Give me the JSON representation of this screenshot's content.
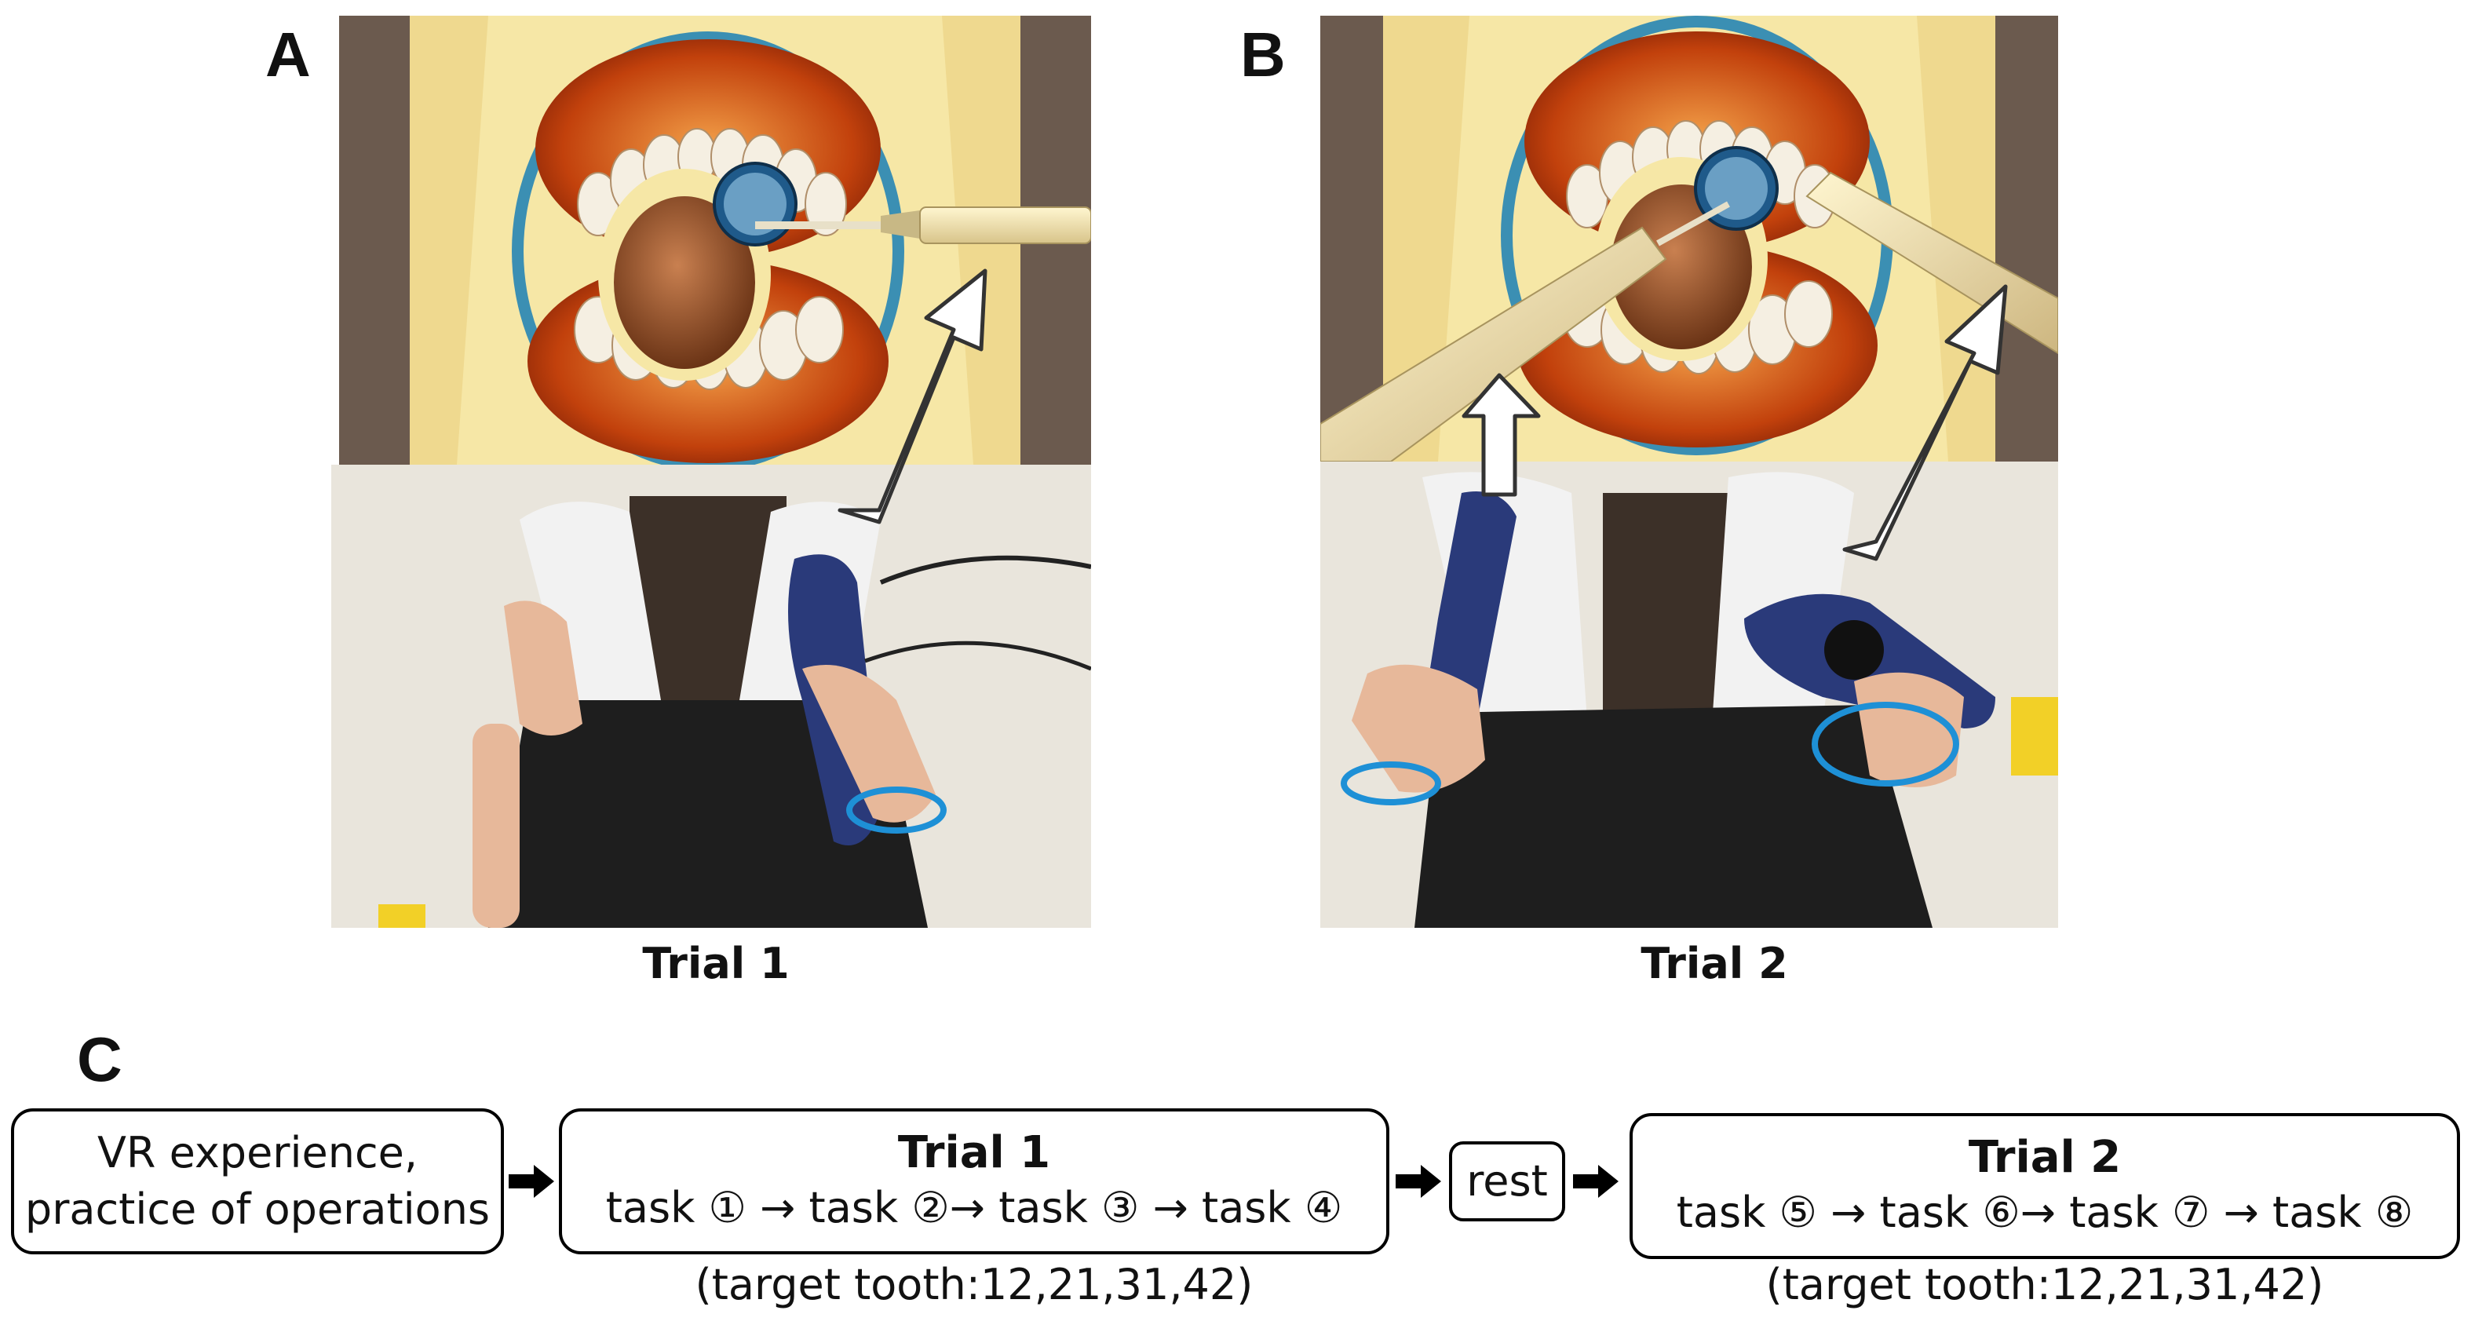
{
  "panels": {
    "a": {
      "letter": "A",
      "caption": "Trial 1"
    },
    "b": {
      "letter": "B",
      "caption": "Trial 2"
    },
    "c": {
      "letter": "C"
    }
  },
  "flow": {
    "step1": {
      "line1": "VR experience,",
      "line2": "practice of operations"
    },
    "trial1": {
      "title": "Trial 1",
      "tasks": "task ① → task ②→ task ③ → task ④",
      "note": "(target tooth:12,21,31,42)"
    },
    "rest": {
      "label": "rest"
    },
    "trial2": {
      "title": "Trial 2",
      "tasks": "task ⑤ → task ⑥→ task ⑦ → task ⑧",
      "note": "(target tooth:12,21,31,42)"
    }
  },
  "colors": {
    "vr_background": "#f6e7a6",
    "gum": "#c2410c",
    "tooth": "#f5efe2",
    "tongue": "#a0522d",
    "controller": "#2a3a7a",
    "strap": "#1e90d6",
    "arrow_fill": "#ffffff"
  }
}
